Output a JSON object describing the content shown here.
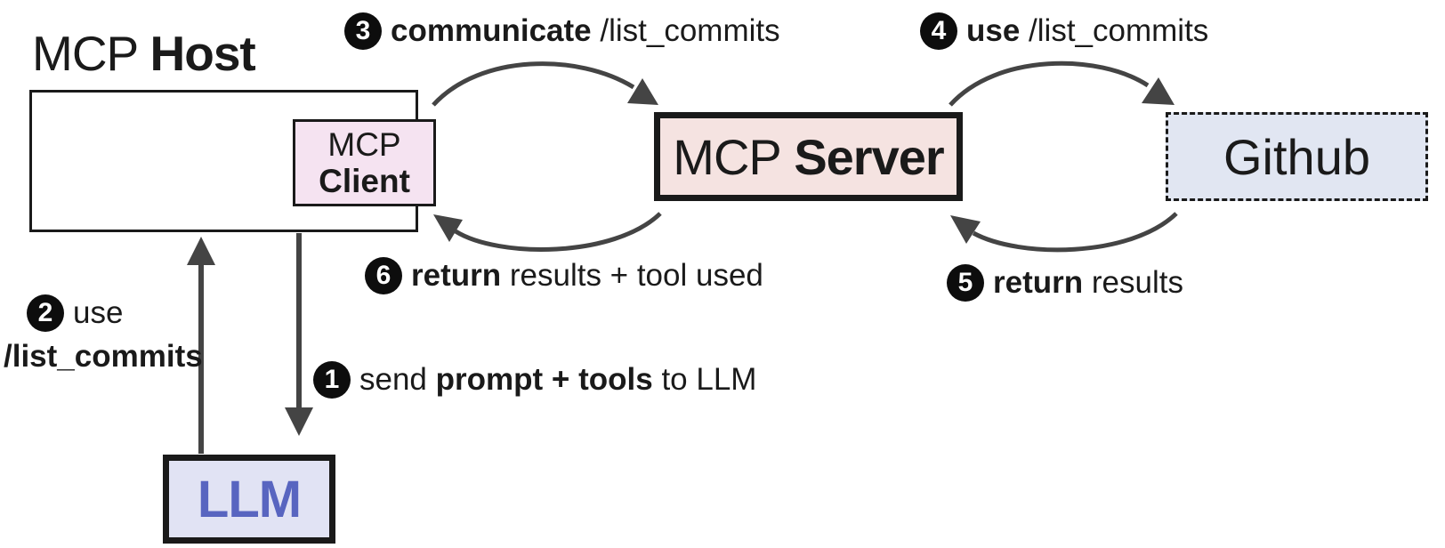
{
  "host": {
    "title_prefix": "MCP",
    "title_bold": "Host"
  },
  "client": {
    "line1": "MCP",
    "line2": "Client"
  },
  "server": {
    "prefix": "MCP",
    "bold": "Server"
  },
  "github": {
    "label": "Github"
  },
  "llm": {
    "label": "LLM"
  },
  "steps": [
    {
      "num": "1",
      "pre": "send",
      "bold1": "prompt",
      "mid": "+",
      "bold2": "tools",
      "post": "to LLM"
    },
    {
      "num": "2",
      "text": "use",
      "bold": "/list_commits"
    },
    {
      "num": "3",
      "bold": "communicate",
      "text": "/list_commits"
    },
    {
      "num": "4",
      "bold": "use",
      "text": "/list_commits"
    },
    {
      "num": "5",
      "bold": "return",
      "text": "results"
    },
    {
      "num": "6",
      "bold": "return",
      "text": "results + tool used"
    }
  ],
  "colors": {
    "client_fill": "#f5e3f1",
    "server_fill": "#f5e3e1",
    "github_fill": "#e1e6f2",
    "llm_fill": "#e1e3f4",
    "llm_text": "#5865c0",
    "arrow": "#444444"
  }
}
